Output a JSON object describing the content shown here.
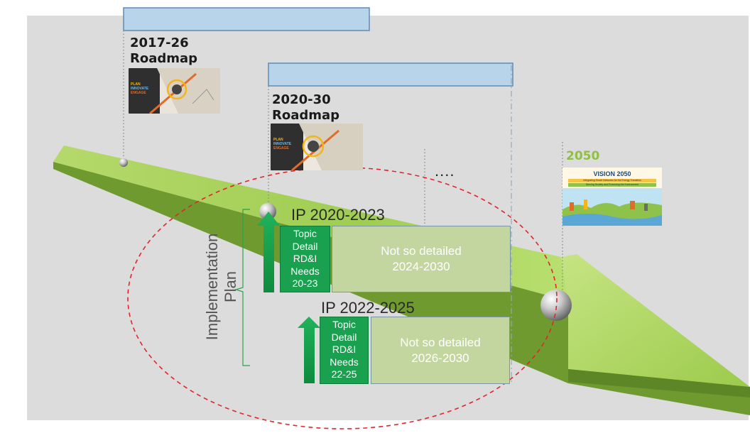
{
  "roadmaps": [
    {
      "label_line1": "2017-26",
      "label_line2": "Roadmap",
      "thumb_words": [
        "PLAN",
        "INNOVATE",
        "ENGAGE"
      ]
    },
    {
      "label_line1": "2020-30",
      "label_line2": "Roadmap",
      "thumb_words": [
        "PLAN",
        "INNOVATE",
        "ENGAGE"
      ]
    }
  ],
  "ellipsis": "....",
  "vision": {
    "year": "2050",
    "title": "VISION 2050",
    "subtitle1": "Integrating Smart Networks for the Energy Transition",
    "subtitle2": "Serving Society and Protecting the Environment"
  },
  "implementation": {
    "line1": "Implementation",
    "line2": "Plan"
  },
  "plans": [
    {
      "title": "IP 2020-2023",
      "topic_lines": [
        "Topic",
        "Detail",
        "RD&I",
        "Needs",
        "20-23"
      ],
      "later_line1": "Not so detailed",
      "later_line2": "2024-2030"
    },
    {
      "title": "IP 2022-2025",
      "topic_lines": [
        "Topic",
        "Detail",
        "RD&I",
        "Needs",
        "22-25"
      ],
      "later_line1": "Not so detailed",
      "later_line2": "2026-2030"
    }
  ],
  "colors": {
    "background": "#dcdcdc",
    "arrow_top": "#9acc4c",
    "arrow_side": "#6f9a2f",
    "header_bar": "#b7d4ea",
    "topic_box": "#19a14f",
    "detail_box": "#c4d6a0",
    "ellipse": "#e0262c",
    "vision_label": "#8fbf44"
  }
}
